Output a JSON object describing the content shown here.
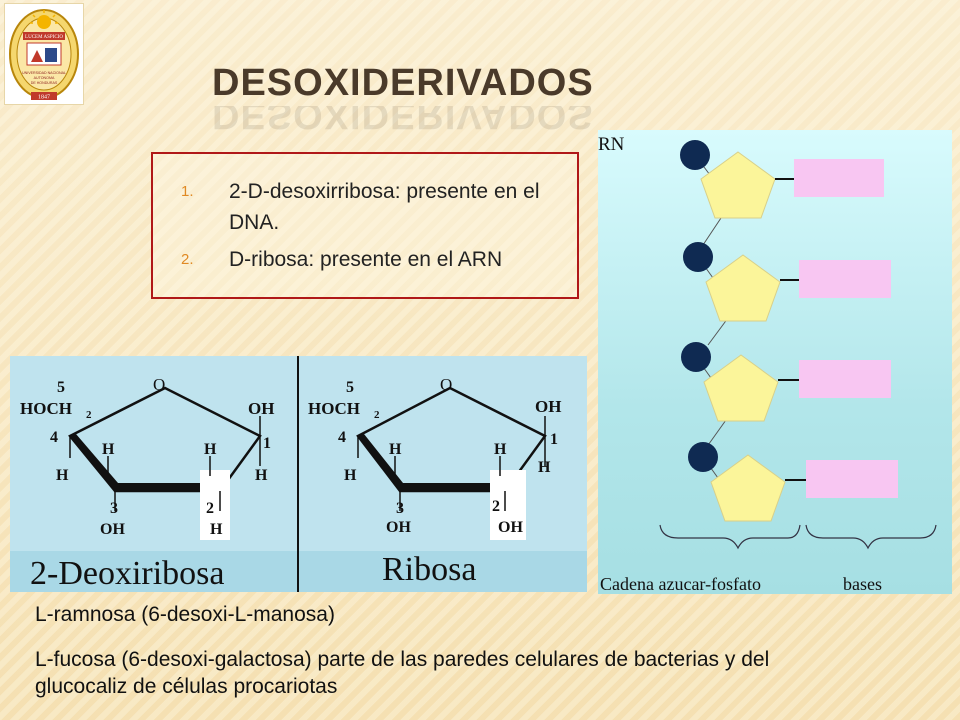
{
  "header": {
    "title": "DESOXIDERIVADOS",
    "logo": {
      "motto": "LUCEM ASPICIO",
      "name_lines": [
        "UNIVERSIDAD NACIONAL",
        "AUTONOMA",
        "DE HONDURAS"
      ],
      "year": "1847"
    }
  },
  "list": [
    {
      "num": "1.",
      "text": "2-D-desoxirribosa: presente en el DNA."
    },
    {
      "num": "2.",
      "text": "D-ribosa: presente en el ARN"
    }
  ],
  "structures": {
    "left": {
      "name": "2-Deoxiribosa",
      "labels": {
        "c5": "5",
        "hoch2": "HOCH",
        "sub2": "2",
        "o": "O",
        "oh1": "OH",
        "c4": "4",
        "c1": "1",
        "h_a": "H",
        "h_b": "H",
        "h_c": "H",
        "h_d": "H",
        "c3": "3",
        "c2": "2",
        "oh3": "OH",
        "h2": "H"
      }
    },
    "right": {
      "name": "Ribosa",
      "labels": {
        "c5": "5",
        "hoch2": "HOCH",
        "sub2": "2",
        "o": "O",
        "oh1": "OH",
        "c4": "4",
        "c1": "1",
        "h_a": "H",
        "h_b": "H",
        "h_c": "H",
        "h_d": "H",
        "c3": "3",
        "c2": "2",
        "oh3": "OH",
        "oh2": "OH"
      }
    }
  },
  "arn_diagram": {
    "label": "RN",
    "caption_chain": "Cadena azucar-fosfato",
    "caption_bases": "bases",
    "units": 4,
    "colors": {
      "phosphate": "#0f2a52",
      "sugar": "#fbf59a",
      "base": "#f8c6f2"
    }
  },
  "paragraphs": [
    "L-ramnosa (6-desoxi-L-manosa)",
    "L-fucosa (6-desoxi-galactosa) parte de las paredes celulares de bacterias y del glucocaliz de células procariotas"
  ]
}
